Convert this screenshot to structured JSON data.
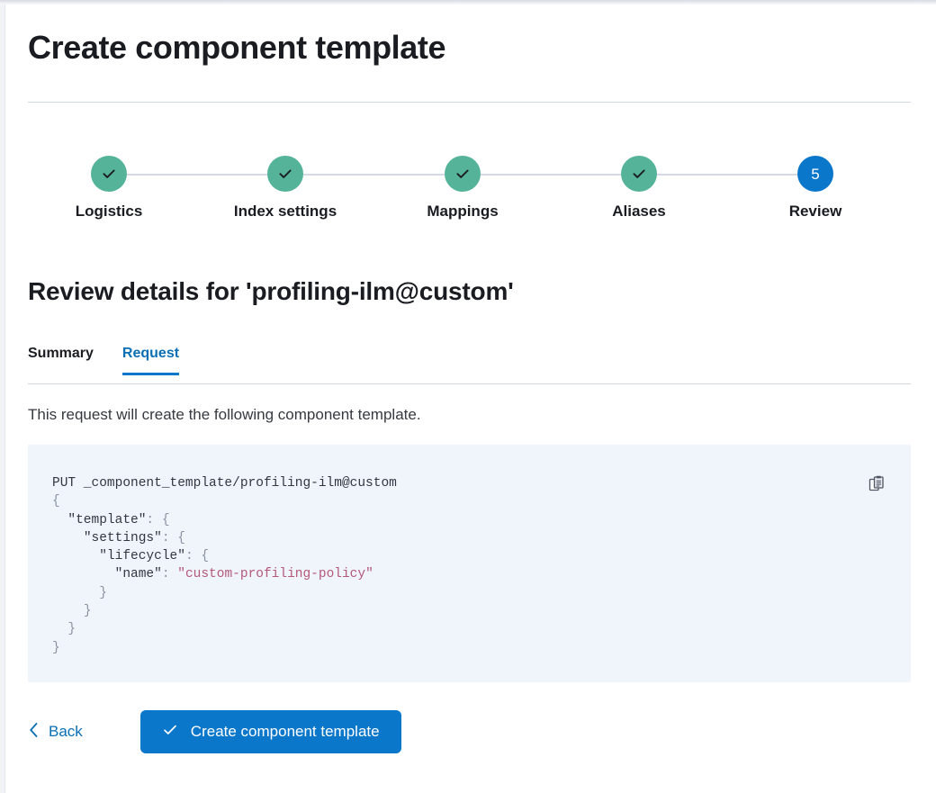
{
  "page": {
    "title": "Create component template",
    "section_heading": "Review details for 'profiling-ilm@custom'",
    "description": "This request will create the following component template."
  },
  "colors": {
    "step_done": "#54b399",
    "step_current": "#0b77ca",
    "accent_blue": "#0b77ca",
    "link_blue": "#0b6fb4",
    "code_bg": "#f0f4fb",
    "code_string": "#b4597a",
    "code_key": "#343741",
    "code_punct": "#8b93a3"
  },
  "stepper": {
    "steps": [
      {
        "index": "1",
        "label": "Logistics",
        "state": "done",
        "icon": "check-icon"
      },
      {
        "index": "2",
        "label": "Index settings",
        "state": "done",
        "icon": "check-icon"
      },
      {
        "index": "3",
        "label": "Mappings",
        "state": "done",
        "icon": "check-icon"
      },
      {
        "index": "4",
        "label": "Aliases",
        "state": "done",
        "icon": "check-icon"
      },
      {
        "index": "5",
        "label": "Review",
        "state": "current",
        "icon": "number"
      }
    ]
  },
  "tabs": [
    {
      "label": "Summary",
      "active": false
    },
    {
      "label": "Request",
      "active": true
    }
  ],
  "code": {
    "request_line": "PUT _component_template/profiling-ilm@custom",
    "lines": [
      {
        "indent": 0,
        "punct": "{"
      },
      {
        "indent": 1,
        "key": "\"template\"",
        "sep": ": ",
        "punct": "{"
      },
      {
        "indent": 2,
        "key": "\"settings\"",
        "sep": ": ",
        "punct": "{"
      },
      {
        "indent": 3,
        "key": "\"lifecycle\"",
        "sep": ": ",
        "punct": "{"
      },
      {
        "indent": 4,
        "key": "\"name\"",
        "sep": ": ",
        "string": "\"custom-profiling-policy\""
      },
      {
        "indent": 3,
        "punct": "}"
      },
      {
        "indent": 2,
        "punct": "}"
      },
      {
        "indent": 1,
        "punct": "}"
      },
      {
        "indent": 0,
        "punct": "}"
      }
    ],
    "full_text": "PUT _component_template/profiling-ilm@custom\n{\n  \"template\": {\n    \"settings\": {\n      \"lifecycle\": {\n        \"name\": \"custom-profiling-policy\"\n      }\n    }\n  }\n}",
    "copy_label": "copy-to-clipboard"
  },
  "footer": {
    "back_label": "Back",
    "submit_label": "Create component template"
  }
}
